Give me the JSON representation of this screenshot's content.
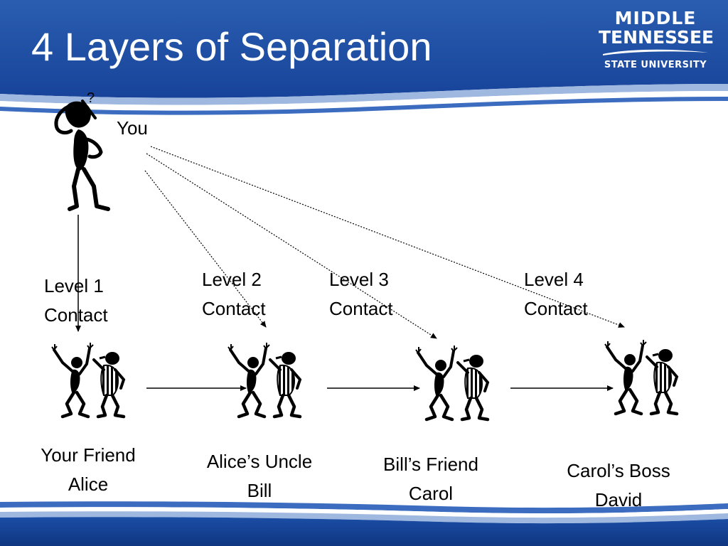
{
  "slide": {
    "title": "4 Layers of Separation",
    "logo": {
      "line1": "MIDDLE",
      "line2": "TENNESSEE",
      "line3": "STATE UNIVERSITY"
    },
    "colors": {
      "header_blue": "#1f4e9c",
      "header_dark": "#123a7a",
      "text": "#000000"
    }
  },
  "diagram": {
    "you_label": "You",
    "thinking_mark": "?",
    "levels": [
      {
        "line1": "Level 1",
        "line2": "Contact"
      },
      {
        "line1": "Level 2",
        "line2": "Contact"
      },
      {
        "line1": "Level 3",
        "line2": "Contact"
      },
      {
        "line1": "Level 4",
        "line2": "Contact"
      }
    ],
    "people": [
      {
        "line1": "Your Friend",
        "line2": "Alice"
      },
      {
        "line1": "Alice’s Uncle",
        "line2": "Bill"
      },
      {
        "line1": "Bill’s Friend",
        "line2": "Carol"
      },
      {
        "line1": "Carol’s Boss",
        "line2": "David"
      }
    ]
  }
}
